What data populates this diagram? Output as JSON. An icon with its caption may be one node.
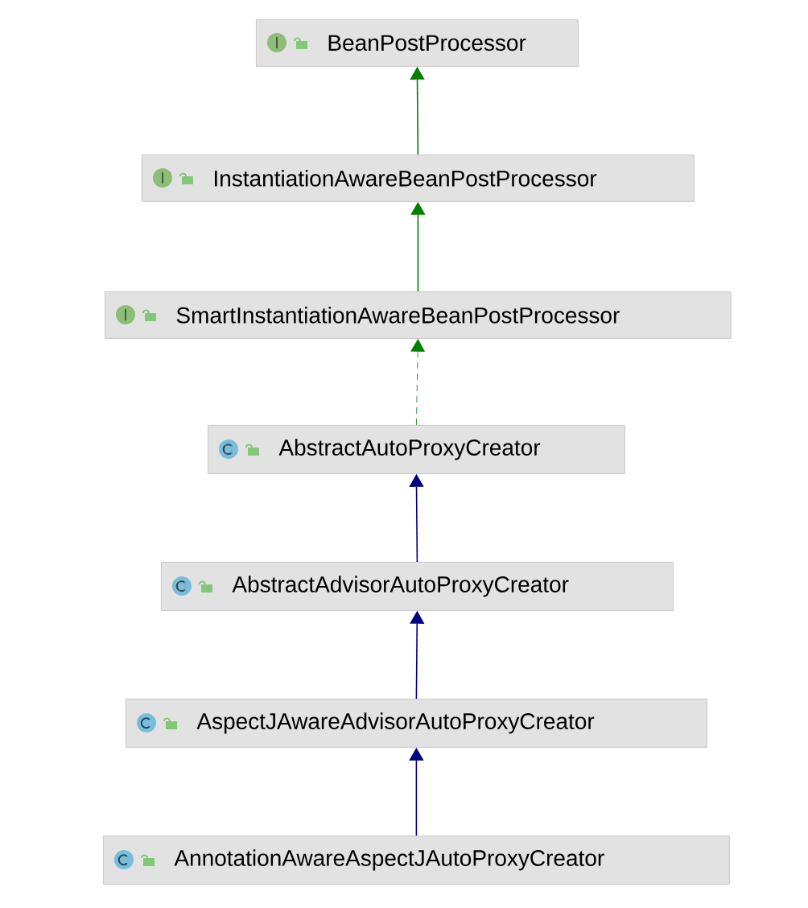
{
  "diagram": {
    "nodes": [
      {
        "text": [
          "BeanPostProcessor"
        ]
      },
      {
        "text": [
          "InstantiationAwareBeanPostProcessor"
        ]
      },
      {
        "text": [
          "SmartInstantiationAwareBeanPostProcessor"
        ]
      },
      {
        "text": [
          "AbstractAutoProxyCreator"
        ]
      },
      {
        "text": [
          "AbstractAdvisorAutoProxyCreator"
        ]
      },
      {
        "text": [
          "AspectJAwareAdvisorAutoProxyCreator"
        ]
      },
      {
        "text": [
          "AnnotationAwareAspectJAutoProxyCreator"
        ]
      }
    ],
    "edges": [
      {
        "from": 1,
        "to": 0,
        "arrow": "to",
        "color": "#008000"
      },
      {
        "from": 2,
        "to": 1,
        "arrow": "to",
        "color": "#008000"
      },
      {
        "from": 3,
        "to": 2,
        "arrow": "to",
        "style": "dashed",
        "color": "#008000"
      },
      {
        "from": 4,
        "to": 3,
        "arrow": "to",
        "color": "#000080"
      },
      {
        "from": 5,
        "to": 4,
        "arrow": "to",
        "color": "#000080"
      },
      {
        "from": 6,
        "to": 5,
        "arrow": "to",
        "color": "#000080"
      }
    ]
  }
}
